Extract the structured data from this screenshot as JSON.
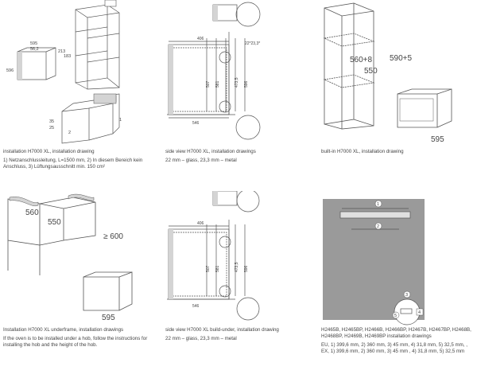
{
  "panels": {
    "p1": {
      "title": "installation H7000 XL, installation drawing",
      "note": "1) Netzanschlussleitung, L=1500 mm, 2) In diesem Bereich kein Anschluss, 3) Lüftungsausschnitt min. 150 cm²",
      "labels": {
        "w595": "595",
        "w562": "56,2",
        "h596": "596",
        "h213": "213",
        "h183": "183",
        "d35": "35",
        "h25": "25",
        "l2": "2",
        "l1": "1"
      }
    },
    "p2": {
      "title": "side view H7000 XL, installation drawings",
      "note": "22 mm – glass, 23,3 mm – metal",
      "labels": {
        "top": "406",
        "d22": "22*23,3*",
        "h507": "507",
        "h581": "581",
        "h4735": "473,5",
        "h596": "596",
        "base": "546"
      }
    },
    "p3": {
      "title": "built-in H7000 XL, installation drawing",
      "labels": {
        "d560": "560+8",
        "d590": "590+5",
        "d550": "550",
        "w595": "595"
      }
    },
    "p4": {
      "title": "Installation H7000 XL underframe, installation drawings",
      "note": "If the oven is to be installed under a hob, follow the instructions for installing the hob and the height of the hob.",
      "labels": {
        "d560": "560",
        "d550": "550",
        "h600": "≥ 600",
        "w595": "595"
      }
    },
    "p5": {
      "title": "side view H7000 XL build-under, installation drawing",
      "note": "22 mm – glass, 23,3 mm – metal",
      "labels": {
        "top": "406",
        "h507": "507",
        "h581": "581",
        "h4735": "473,5",
        "h596": "596",
        "base": "546"
      }
    },
    "p6": {
      "title": "H2465B, H2465BP, H2466B, H2466BP, H2467B, H2467BP, H2468B, H2468BP, H2469B, H2469BP installation drawings",
      "note": "EU, 1) 399,6 mm, 2) 360 mm, 3) 45 mm, 4) 31,8 mm, 5) 32,5 mm, , EX, 1) 399,6 mm, 2) 360 mm, 3) 45 mm , 4) 31,8 mm, 5) 32,5 mm",
      "labels": {
        "c1": "1",
        "c2": "2",
        "c3": "3",
        "c4": "4",
        "c5": "5"
      }
    }
  },
  "colors": {
    "line": "#555555",
    "panel_grey": "#9a9a9a",
    "shade": "#d4d4d4"
  }
}
